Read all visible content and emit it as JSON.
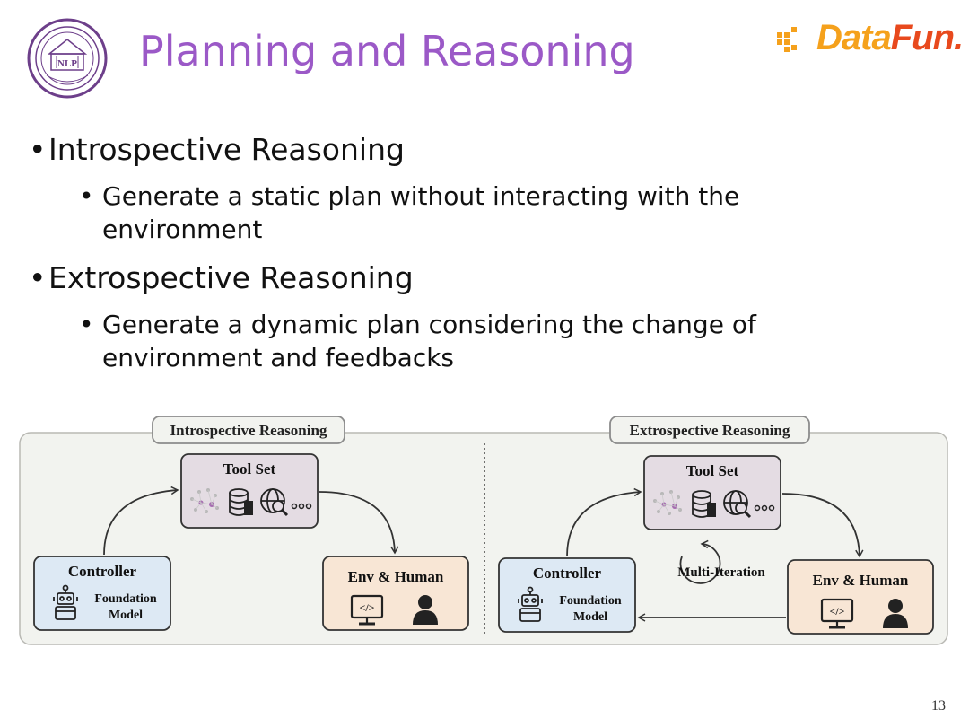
{
  "slide": {
    "title": "Planning and Reasoning",
    "page_number": "13",
    "logo": {
      "name": "DataFun",
      "part1": "Data",
      "part2": "Fun",
      "suffix": "."
    },
    "seal": {
      "text": "NLP"
    }
  },
  "bullets": [
    {
      "label": "Introspective Reasoning",
      "sub": [
        "Generate a static plan without interacting with the environment"
      ]
    },
    {
      "label": "Extrospective Reasoning",
      "sub": [
        "Generate a dynamic plan considering the change of environment and feedbacks"
      ]
    }
  ],
  "diagram": {
    "left_panel": {
      "title": "Introspective Reasoning",
      "tool_set": "Tool Set",
      "controller": "Controller",
      "foundation_line1": "Foundation",
      "foundation_line2": "Model",
      "env": "Env & Human"
    },
    "right_panel": {
      "title": "Extrospective Reasoning",
      "tool_set": "Tool Set",
      "controller": "Controller",
      "foundation_line1": "Foundation",
      "foundation_line2": "Model",
      "env": "Env & Human",
      "iteration": "Multi-Iteration"
    },
    "colors": {
      "tool_fill": "#e4dce3",
      "controller_fill": "#dde9f4",
      "env_fill": "#f8e6d5",
      "panel_fill": "#f2f3ef",
      "title_color": "#9b59c7"
    }
  }
}
